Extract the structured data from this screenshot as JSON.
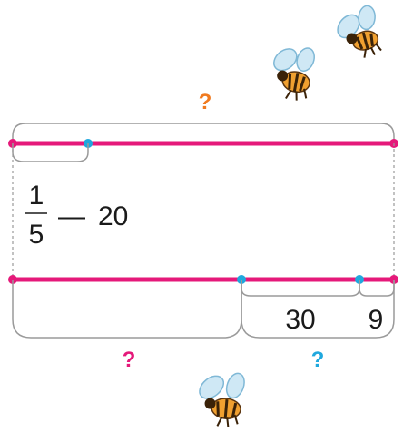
{
  "diagram": {
    "top_question": "?",
    "fraction": {
      "numerator": "1",
      "denominator": "5",
      "operator": "—",
      "value": "20"
    },
    "segment_30": "30",
    "segment_9": "9",
    "bottom_left_question": "?",
    "bottom_right_question": "?"
  },
  "colors": {
    "line": "#e5197a",
    "point_pink": "#e5197a",
    "point_blue": "#1fa8de",
    "question_orange": "#f07a1f",
    "question_pink": "#e5197a",
    "question_blue": "#1fa8de",
    "brace": "#9a9a9a"
  },
  "decorations": [
    "bee-icon",
    "bee-icon",
    "bee-icon"
  ]
}
